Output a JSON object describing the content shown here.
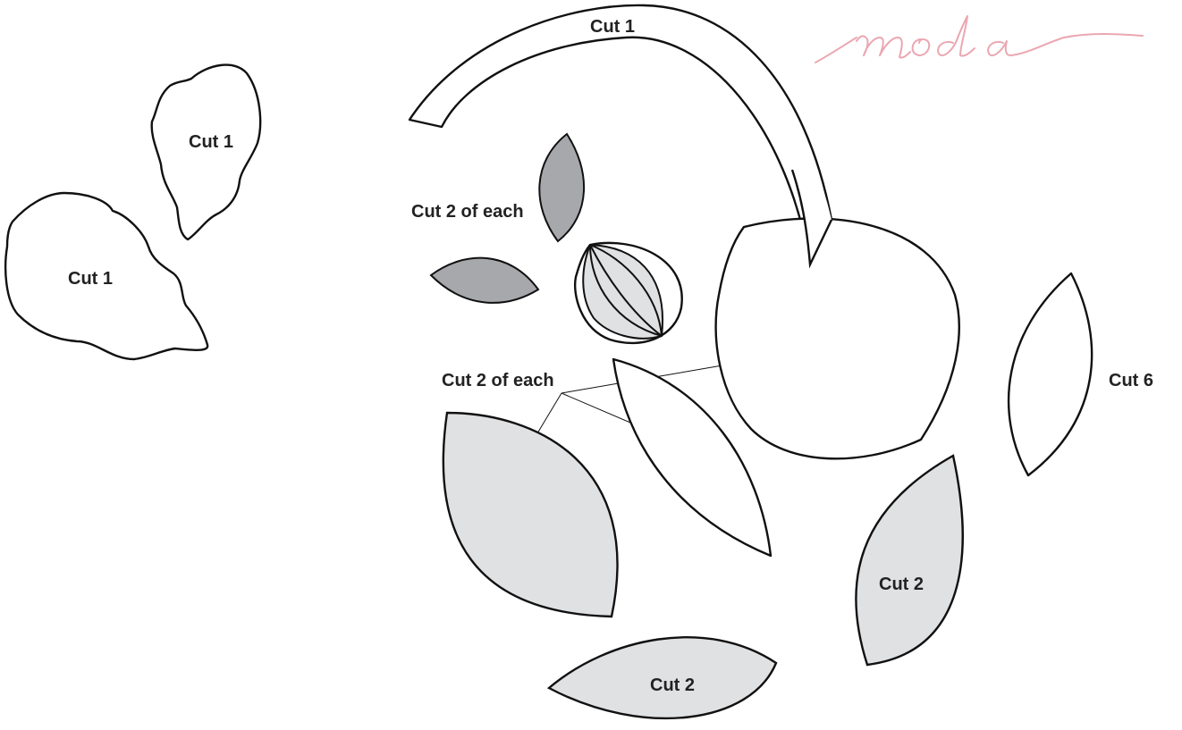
{
  "template": {
    "labels": {
      "arc_stem": "Cut 1",
      "small_blob": "Cut 1",
      "large_blob": "Cut 1",
      "petals_top": "Cut 2 of each",
      "petals_middle": "Cut 2 of each",
      "narrow_leaf": "Cut 6",
      "leaf_right": "Cut 2",
      "leaf_bottom": "Cut 2"
    },
    "logo": "moda"
  },
  "colors": {
    "outline": "#111111",
    "fill_white": "#ffffff",
    "fill_dark_gray": "#a6a8ab",
    "fill_light_gray": "#e0e1e3",
    "logo_pink": "#eba7b1",
    "label_text": "#222222"
  }
}
